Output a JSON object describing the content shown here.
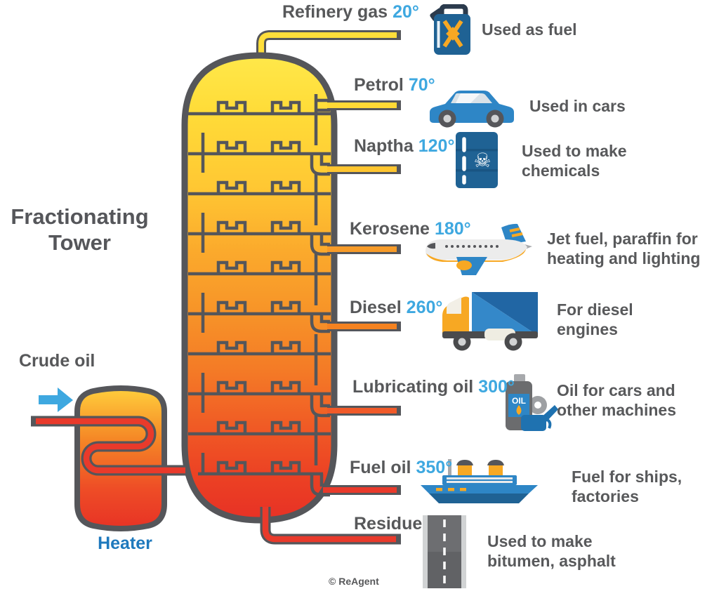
{
  "title": "Fractionating Tower",
  "labels": {
    "crude_oil": "Crude oil",
    "heater": "Heater"
  },
  "copyright": "© ReAgent",
  "colors": {
    "outline_gray": "#55565A",
    "text_gray": "#58595B",
    "temperature_blue": "#3EA8E0",
    "heater_label_blue": "#1E79BD",
    "tower_top_yellow": "#FFE84A",
    "tower_bottom_red": "#E73125",
    "icon_blue": "#2E86C6",
    "icon_dark_blue": "#1F6294",
    "icon_orange": "#F7A823"
  },
  "fractions": [
    {
      "name": "Refinery gas",
      "temp": "20°",
      "use": "Used as fuel",
      "icon": "jerry-can",
      "pipe_color": "#FFDE3A"
    },
    {
      "name": "Petrol",
      "temp": "70°",
      "use": "Used in cars",
      "icon": "car",
      "pipe_color": "#FFD935"
    },
    {
      "name": "Naptha",
      "temp": "120°",
      "use": "Used to make chemicals",
      "icon": "chemical-barrel",
      "pipe_color": "#FFC52F"
    },
    {
      "name": "Kerosene",
      "temp": "180°",
      "use": "Jet fuel, paraffin for heating and lighting",
      "icon": "airplane",
      "pipe_color": "#F79B28"
    },
    {
      "name": "Diesel",
      "temp": "260°",
      "use": "For diesel engines",
      "icon": "truck",
      "pipe_color": "#F58220"
    },
    {
      "name": "Lubricating oil",
      "temp": "300°",
      "use": "Oil for cars and other machines",
      "icon": "oil-bottle",
      "pipe_color": "#F15A29"
    },
    {
      "name": "Fuel oil",
      "temp": "350°",
      "use": "Fuel for ships, factories",
      "icon": "ship",
      "pipe_color": "#E93A2B"
    },
    {
      "name": "Residue",
      "temp": "",
      "use": "Used to make bitumen, asphalt",
      "icon": "road",
      "pipe_color": "#E93A2B"
    }
  ]
}
